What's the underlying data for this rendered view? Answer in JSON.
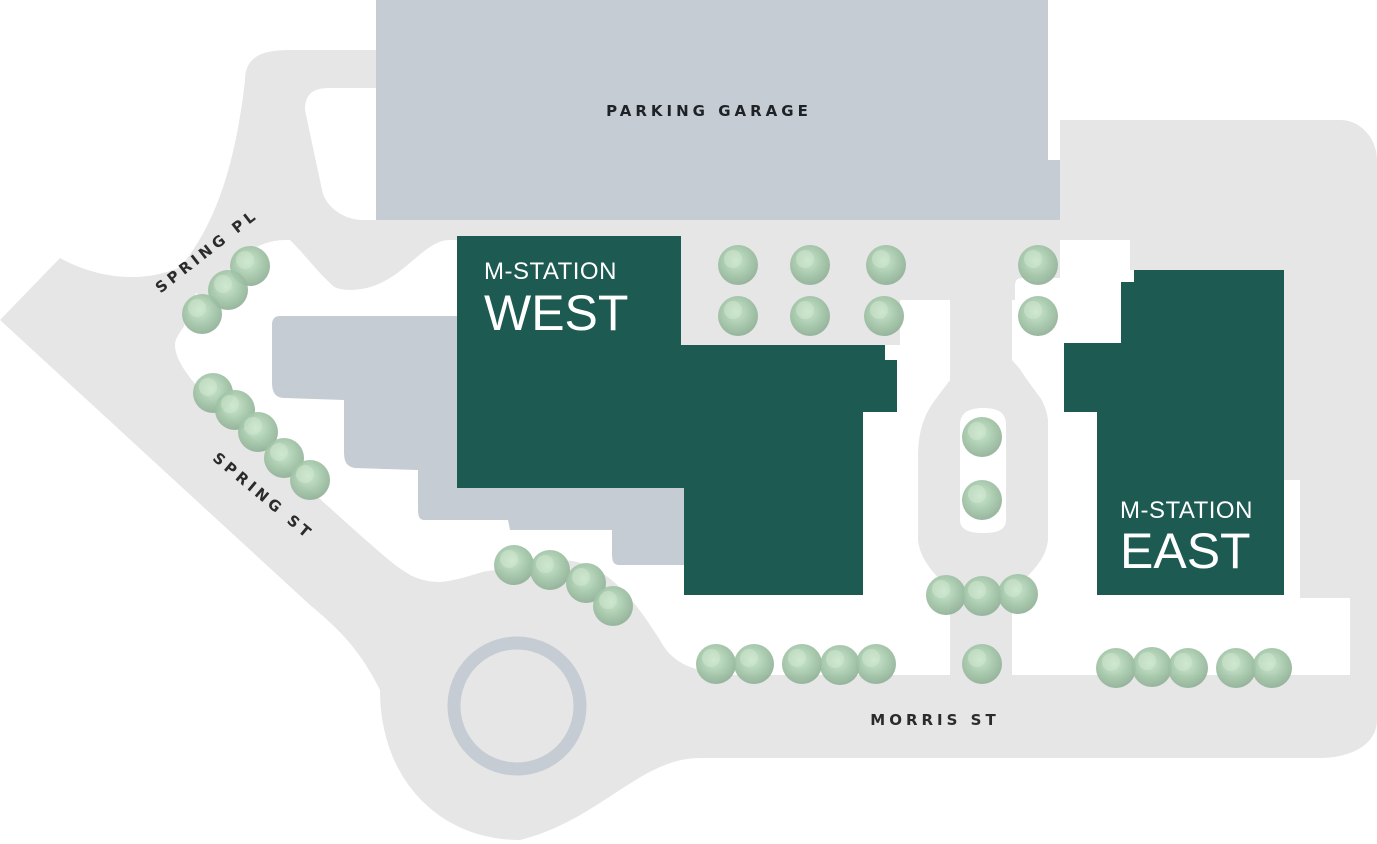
{
  "map": {
    "streets": {
      "spring_pl": "SPRING PL",
      "spring_st": "SPRING ST",
      "morris_st": "MORRIS ST"
    },
    "parking_garage": "PARKING GARAGE",
    "buildings": {
      "west": {
        "line1": "M-STATION",
        "line2": "WEST"
      },
      "east": {
        "line1": "M-STATION",
        "line2": "EAST"
      }
    },
    "colors": {
      "road": "#e6e6e6",
      "parking": "#c5ccd3",
      "building": "#1d5a52",
      "tree": "#a9cfae",
      "roundabout_ring": "#c5ccd3"
    },
    "icons": [
      "tree-icon",
      "roundabout-ring"
    ]
  }
}
